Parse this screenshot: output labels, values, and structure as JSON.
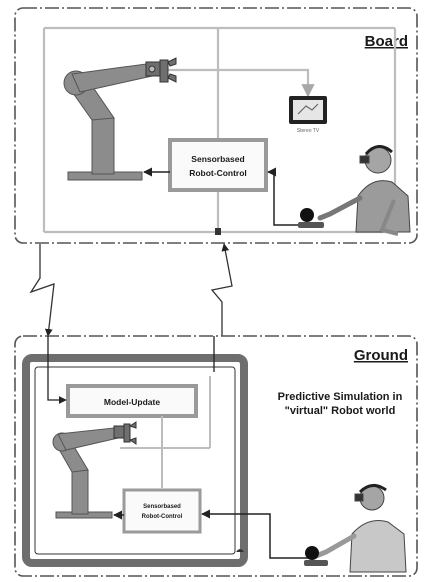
{
  "board": {
    "title": "Board",
    "controller_line1": "Sensorbased",
    "controller_line2": "Robot-Control",
    "monitor_caption": "Stereo TV"
  },
  "ground": {
    "title": "Ground",
    "model_update_label": "Model-Update",
    "controller_line1": "Sensorbased",
    "controller_line2": "Robot-Control",
    "prediction_line1": "Predictive Simulation in",
    "prediction_line2": "\"virtual\" Robot world"
  },
  "colors": {
    "frame": "#555555",
    "robot": "#8c8c8c",
    "signal": "#bdbdbd",
    "ground_border": "#6e6e6e"
  },
  "icons": [
    "robot-arm-icon",
    "gripper-icon",
    "monitor-icon",
    "operator-icon",
    "joystick-icon",
    "lightning-link-icon"
  ]
}
